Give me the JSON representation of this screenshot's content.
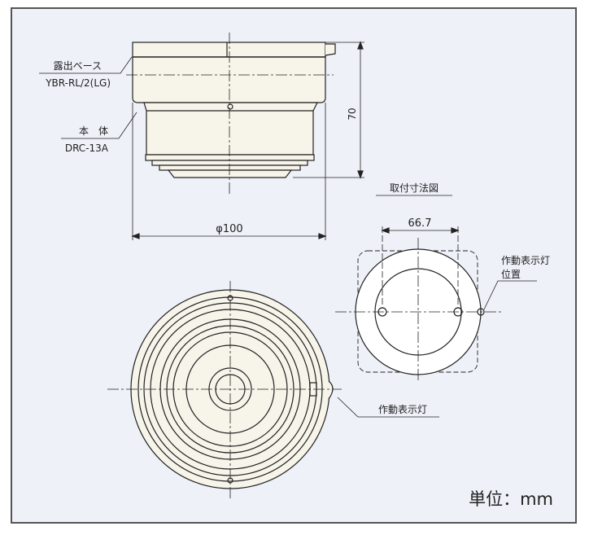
{
  "labels": {
    "base_name": "露出ベース",
    "base_model": "YBR-RL/2(LG)",
    "body_name": "本　体",
    "body_model": "DRC-13A",
    "height_dim": "70",
    "diameter_dim": "φ100",
    "mounting_title": "取付寸法図",
    "hole_spacing": "66.7",
    "indicator_position": "作動表示灯\n位置",
    "indicator_position_line1": "作動表示灯",
    "indicator_position_line2": "位置",
    "indicator": "作動表示灯",
    "unit": "単位：mm"
  },
  "colors": {
    "background": "#eef1f8",
    "device_fill": "#f7f4ea",
    "line": "#222222",
    "border": "#555555"
  }
}
